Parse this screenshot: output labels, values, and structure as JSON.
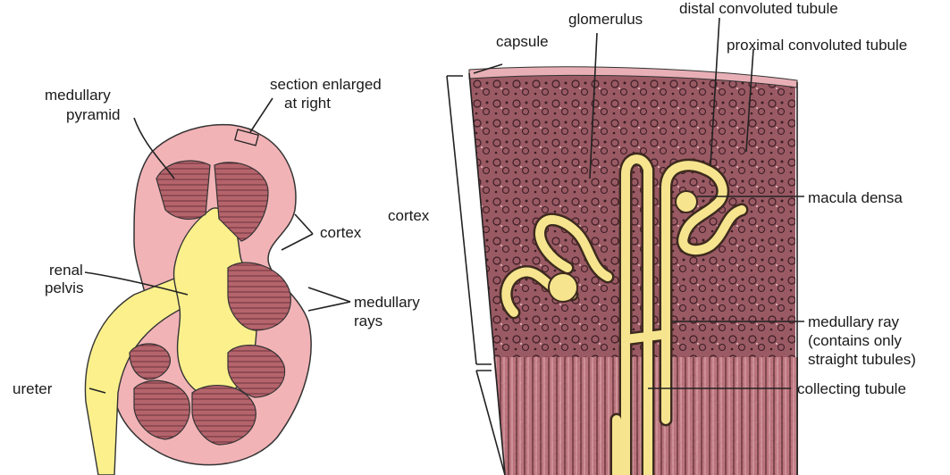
{
  "labels": {
    "medullary_pyramid_1": "medullary",
    "medullary_pyramid_2": "pyramid",
    "section_enlarged_1": "section enlarged",
    "section_enlarged_2": "at right",
    "cortex_kidney": "cortex",
    "renal_pelvis_1": "renal",
    "renal_pelvis_2": "pelvis",
    "medullary_rays_1": "medullary",
    "medullary_rays_2": "rays",
    "ureter": "ureter",
    "cortex_section": "cortex",
    "capsule": "capsule",
    "glomerulus": "glomerulus",
    "distal_tubule": "distal convoluted tubule",
    "proximal_tubule": "proximal convoluted tubule",
    "macula_densa": "macula densa",
    "medullary_ray_1": "medullary ray",
    "medullary_ray_2": "(contains only",
    "medullary_ray_3": "straight tubules)",
    "collecting_tubule": "collecting tubule"
  },
  "colors": {
    "kidney_cortex": "#f2b3b6",
    "pyramid": "#b5646c",
    "pelvis_yellow": "#fbf08c",
    "tissue_dark": "#7a3f4a",
    "tissue_light": "#c58690",
    "tubule_fill": "#f6e58e",
    "tubule_edge": "#3d2a1f"
  }
}
